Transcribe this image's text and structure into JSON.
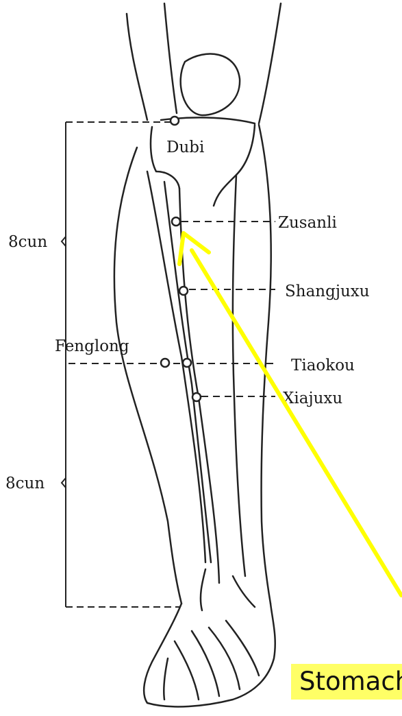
{
  "labels": {
    "dubi": "Dubi",
    "zusanli": "Zusanli",
    "shangjuxu": "Shangjuxu",
    "fenglong": "Fenglong",
    "tiaokou": "Tiaokou",
    "xiajuxu": "Xiajuxu",
    "upper_measure": "8cun",
    "lower_measure": "8cun"
  },
  "caption": "Stomach",
  "colors": {
    "arrow": "#ffff00",
    "caption_bg": "#ffff66",
    "line": "#222222"
  }
}
